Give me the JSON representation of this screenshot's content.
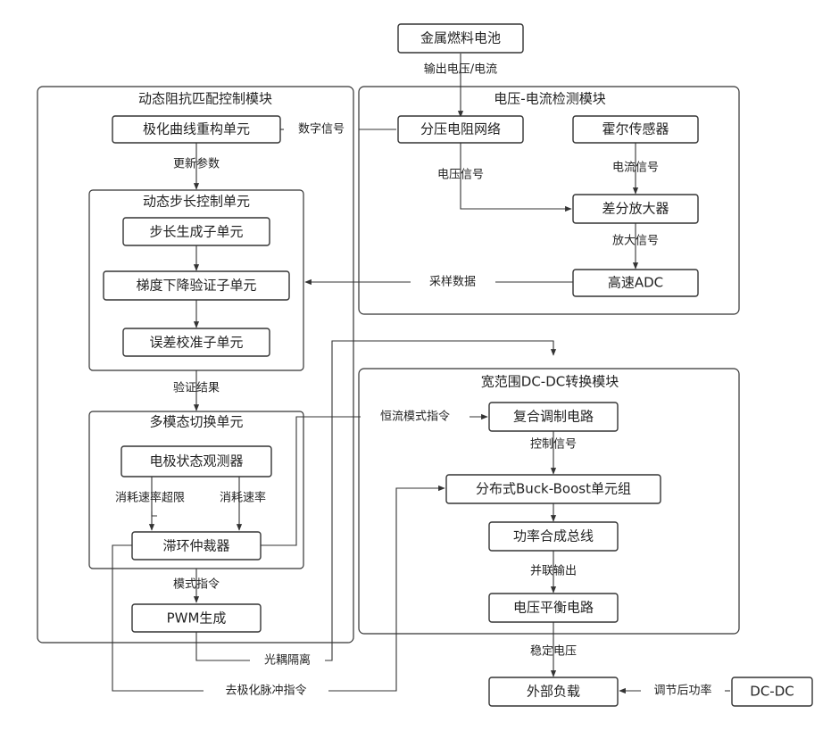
{
  "colors": {
    "stroke": "#333333",
    "background": "#ffffff",
    "text": "#222222"
  },
  "groups": {
    "dynamic_impedance_module": "动态阻抗匹配控制模块",
    "voltage_current_module": "电压-电流检测模块",
    "dynamic_step_unit": "动态步长控制单元",
    "multimode_switch_unit": "多模态切换单元",
    "dcdc_module": "宽范围DC-DC转换模块"
  },
  "boxes": {
    "metal_fuel_cell": "金属燃料电池",
    "polarization_curve_unit": "极化曲线重构单元",
    "divider_network": "分压电阻网络",
    "hall_sensor": "霍尔传感器",
    "diff_amplifier": "差分放大器",
    "high_speed_adc": "高速ADC",
    "step_gen": "步长生成子单元",
    "gradient_verify": "梯度下降验证子单元",
    "error_calib": "误差校准子单元",
    "electrode_observer": "电极状态观测器",
    "hysteresis_arbiter": "滞环仲裁器",
    "pwm_gen": "PWM生成",
    "composite_modulation": "复合调制电路",
    "buck_boost_group": "分布式Buck-Boost单元组",
    "power_bus": "功率合成总线",
    "voltage_balance": "电压平衡电路",
    "external_load": "外部负载",
    "dcdc_source": "DC-DC"
  },
  "labels": {
    "output_vi": "输出电压/电流",
    "digital_signal": "数字信号",
    "update_params": "更新参数",
    "voltage_signal": "电压信号",
    "current_signal": "电流信号",
    "amplified_signal": "放大信号",
    "sampled_data": "采样数据",
    "verify_result": "验证结果",
    "cc_mode_cmd": "恒流模式指令",
    "control_signal": "控制信号",
    "consumption_over": "消耗速率超限",
    "consumption_rate": "消耗速率",
    "mode_cmd": "模式指令",
    "parallel_output": "并联输出",
    "opto_isolation": "光耦隔离",
    "stable_voltage": "稳定电压",
    "depolar_pulse_cmd": "去极化脉冲指令",
    "regulated_power": "调节后功率"
  }
}
